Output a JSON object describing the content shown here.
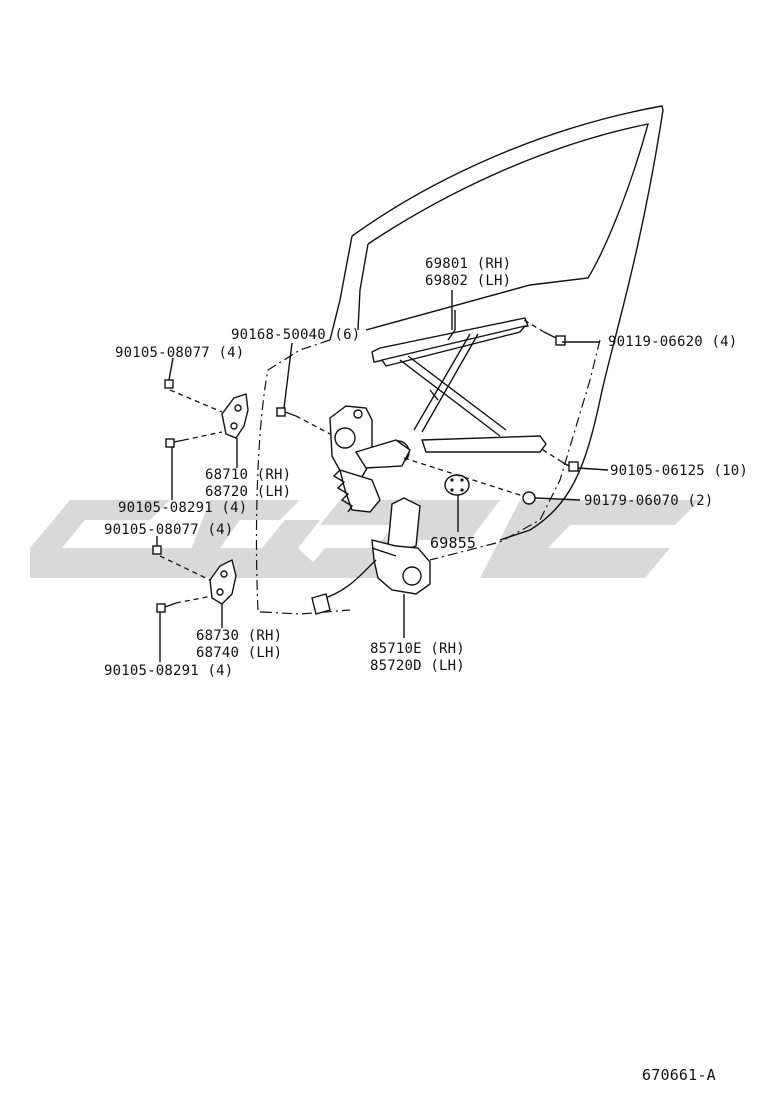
{
  "watermark": {
    "color": "#d9d9d9"
  },
  "diagram_id": "670661-A",
  "labels": {
    "regulator_rh": "69801 (RH)",
    "regulator_lh": "69802 (LH)",
    "bolt_50040": "90168-50040 (6)",
    "bolt_06620": "90119-06620 (4)",
    "bolt_08077_upper": "90105-08077 (4)",
    "bolt_08291_upper": "90105-08291 (4)",
    "hinge_upper_rh": "68710 (RH)",
    "hinge_upper_lh": "68720 (LH)",
    "bolt_06125": "90105-06125 (10)",
    "nut_06070": "90179-06070 (2)",
    "part_69855": "69855",
    "bolt_08077_lower": "90105-08077 (4)",
    "hinge_lower_rh": "68730 (RH)",
    "hinge_lower_lh": "68740 (LH)",
    "bolt_08291_lower": "90105-08291 (4)",
    "motor_rh": "85710E (RH)",
    "motor_lh": "85720D (LH)"
  }
}
